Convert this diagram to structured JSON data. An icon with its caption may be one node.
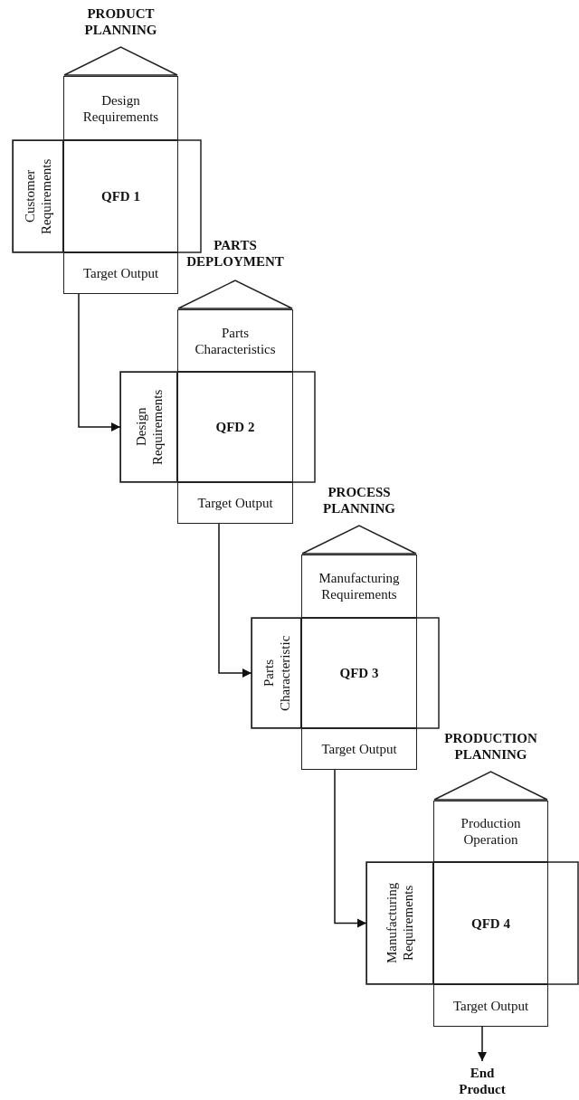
{
  "diagram": {
    "nodes": [
      {
        "text": [
          "PRODUCT PLANNING"
        ]
      },
      {
        "text": [
          "Design Requirements"
        ]
      },
      {
        "text": [
          "Customer Requirements"
        ]
      },
      {
        "text": [
          "QFD 1"
        ]
      },
      {
        "text": [
          "Target Output"
        ]
      },
      {
        "text": [
          "PARTS DEPLOYMENT"
        ]
      },
      {
        "text": [
          "Parts Characteristics"
        ]
      },
      {
        "text": [
          "Design Requirements"
        ]
      },
      {
        "text": [
          "QFD 2"
        ]
      },
      {
        "text": [
          "Target Output"
        ]
      },
      {
        "text": [
          "PROCESS PLANNING"
        ]
      },
      {
        "text": [
          "Manufacturing Requirements"
        ]
      },
      {
        "text": [
          "Parts Characteristic"
        ]
      },
      {
        "text": [
          "QFD 3"
        ]
      },
      {
        "text": [
          "Target Output"
        ]
      },
      {
        "text": [
          "PRODUCTION PLANNING"
        ]
      },
      {
        "text": [
          "Production Operation"
        ]
      },
      {
        "text": [
          "Manufacturing Requirements"
        ]
      },
      {
        "text": [
          "QFD 4"
        ]
      },
      {
        "text": [
          "Target Output"
        ]
      },
      {
        "text": [
          "End Product"
        ]
      }
    ],
    "edges": [
      {
        "from": 4,
        "to": 7,
        "arrow": "to"
      },
      {
        "from": 9,
        "to": 12,
        "arrow": "to"
      },
      {
        "from": 14,
        "to": 17,
        "arrow": "to"
      },
      {
        "from": 19,
        "to": 20,
        "arrow": "to"
      }
    ]
  }
}
